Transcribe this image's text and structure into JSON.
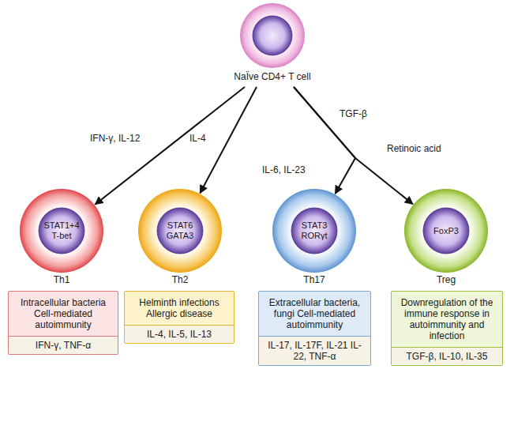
{
  "diagram": {
    "nodes": [
      {
        "text": [
          "NaÏve CD4+ T cell"
        ]
      },
      {
        "text": [
          "Th1"
        ]
      },
      {
        "text": [
          "STAT1+4 T-bet"
        ],
        "in": 1
      },
      {
        "text": [
          "Intracellular bacteria Cell-mediated autoimmunity",
          "IFN-γ, TNF-α"
        ]
      },
      {
        "text": [
          "Th2"
        ]
      },
      {
        "text": [
          "STAT6 GATA3"
        ],
        "in": 4
      },
      {
        "text": [
          "Helminth infections Allergic disease",
          "IL-4, IL-5, IL-13"
        ]
      },
      {
        "text": [
          "Th17"
        ]
      },
      {
        "text": [
          "STAT3 RORγt"
        ],
        "in": 7
      },
      {
        "text": [
          "Extracellular bacteria, fungi Cell-mediated autoimmunity",
          "IL-17, IL-17F, IL-21 IL-22, TNF-α"
        ]
      },
      {
        "text": [
          "Treg"
        ]
      },
      {
        "text": [
          "FoxP3"
        ],
        "in": 10
      },
      {
        "text": [
          "Downregulation of the immune response in autoimmunity and infection",
          "TGF-β, IL-10, IL-35"
        ]
      }
    ],
    "edges": [
      {
        "from": 0,
        "to": 1,
        "label": "IFN-γ, IL-12",
        "arrow": "to"
      },
      {
        "from": 0,
        "to": 4,
        "label": "IL-4",
        "arrow": "to"
      },
      {
        "from": 0,
        "to": 7,
        "label": "IL-6, IL-23",
        "arrow": "to"
      },
      {
        "from": 0,
        "to": 10,
        "label": "Retinoic acid",
        "arrow": "to"
      }
    ],
    "labels": [
      "TGF-β"
    ]
  }
}
